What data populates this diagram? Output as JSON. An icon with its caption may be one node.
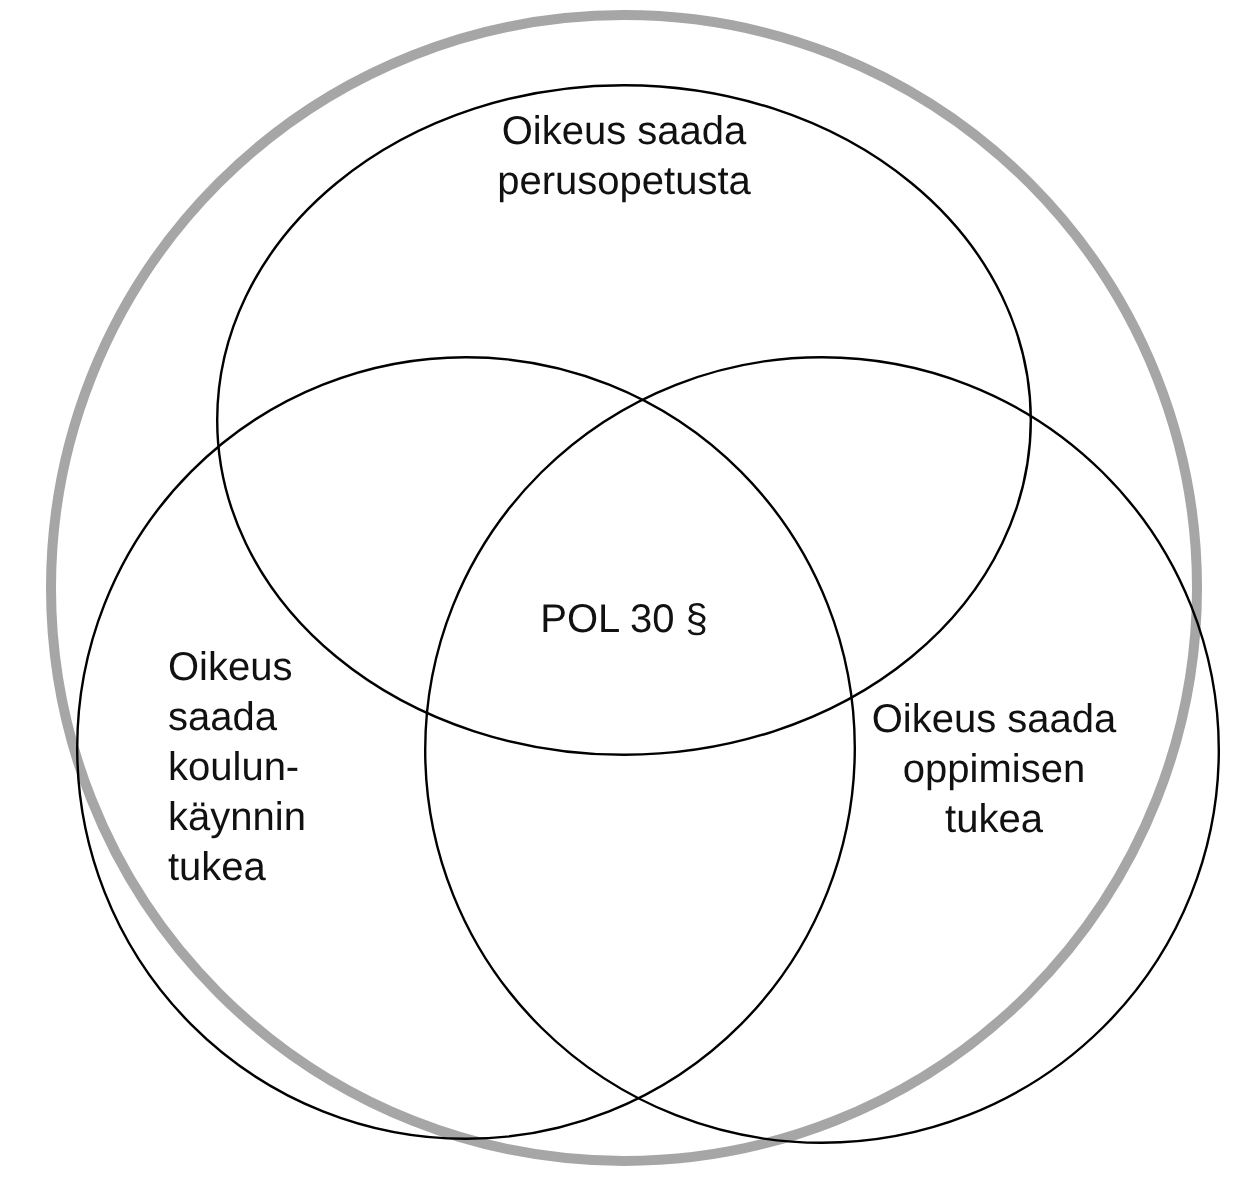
{
  "diagram": {
    "nodes": [
      {
        "text": [],
        "shape": "circle"
      },
      {
        "text": [
          "Oikeus saada perusopetusta"
        ],
        "in": 0
      },
      {
        "text": [
          "Oikeus saada koulun- käynnin tukea"
        ],
        "in": 0
      },
      {
        "text": [
          "Oikeus saada oppimisen tukea"
        ],
        "in": 0
      }
    ],
    "edges": [],
    "labels": [
      "POL 30 §"
    ]
  }
}
